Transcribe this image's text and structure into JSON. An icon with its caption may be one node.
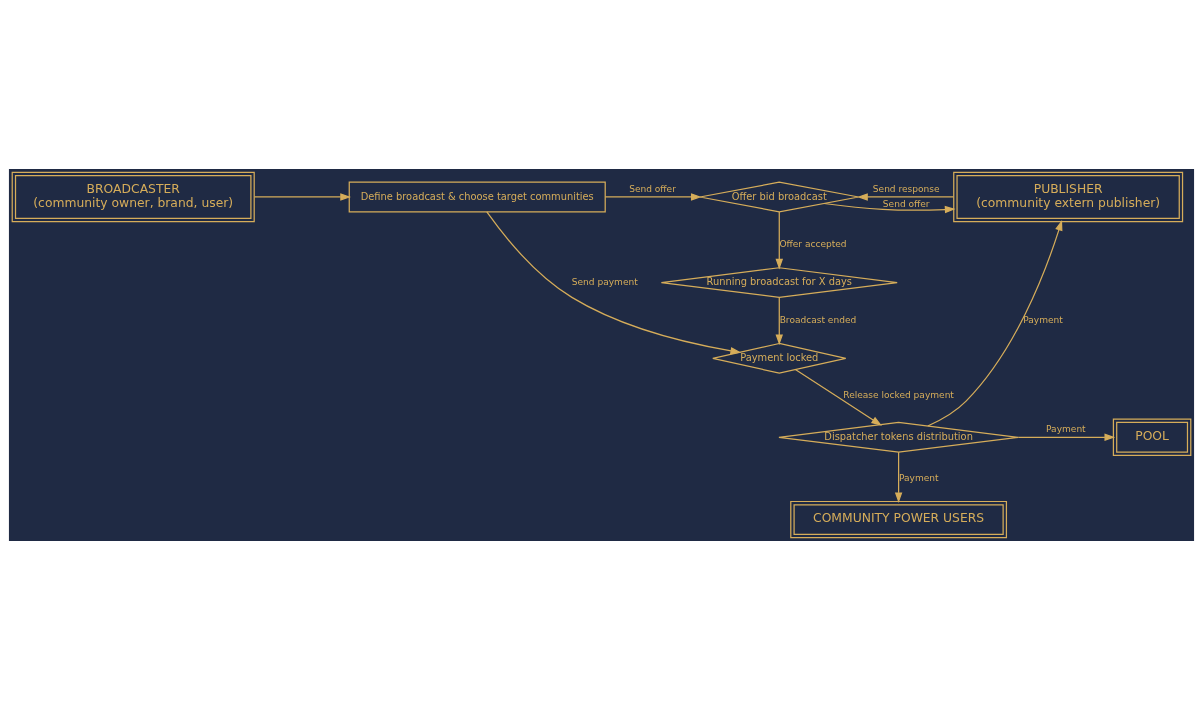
{
  "diagram": {
    "nodes": [
      {
        "text": [
          "BROADCASTER",
          "(community owner, brand, user)"
        ]
      },
      {
        "text": [
          "Define broadcast & choose target communities"
        ]
      },
      {
        "text": [
          "Offer bid broadcast"
        ]
      },
      {
        "text": [
          "PUBLISHER",
          "(community extern publisher)"
        ]
      },
      {
        "text": [
          "Running broadcast for X days"
        ]
      },
      {
        "text": [
          "Payment locked"
        ]
      },
      {
        "text": [
          "Dispatcher tokens distribution"
        ]
      },
      {
        "text": [
          "POOL"
        ]
      },
      {
        "text": [
          "COMMUNITY POWER USERS"
        ]
      }
    ],
    "edges": [
      {
        "from": 0,
        "to": 1,
        "arrow": "to"
      },
      {
        "from": 1,
        "to": 2,
        "arrow": "to",
        "label": "Send offer"
      },
      {
        "from": 3,
        "to": 2,
        "arrow": "to",
        "label": "Send response"
      },
      {
        "from": 2,
        "to": 3,
        "arrow": "to",
        "label": "Send offer"
      },
      {
        "from": 2,
        "to": 4,
        "arrow": "to",
        "label": "Offer accepted"
      },
      {
        "from": 1,
        "to": 5,
        "arrow": "to",
        "label": "Send payment"
      },
      {
        "from": 4,
        "to": 5,
        "arrow": "to",
        "label": "Broadcast ended"
      },
      {
        "from": 5,
        "to": 6,
        "arrow": "to",
        "label": "Release locked payment"
      },
      {
        "from": 6,
        "to": 7,
        "arrow": "to",
        "label": "Payment"
      },
      {
        "from": 6,
        "to": 3,
        "arrow": "to",
        "label": "Payment"
      },
      {
        "from": 6,
        "to": 8,
        "arrow": "to",
        "label": "Payment"
      }
    ]
  }
}
